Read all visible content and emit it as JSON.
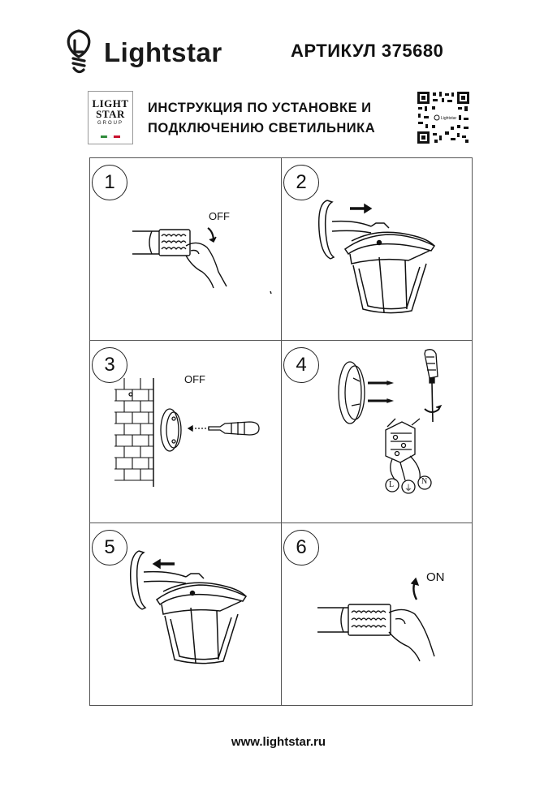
{
  "header": {
    "brand": "Lightstar",
    "article": "АРТИКУЛ 375680",
    "group_logo": {
      "line1": "LIGHT",
      "line2": "STAR",
      "line3": "GROUP"
    },
    "title_line1": "ИНСТРУКЦИЯ ПО УСТАНОВКЕ И",
    "title_line2": "ПОДКЛЮЧЕНИЮ СВЕТИЛЬНИКА",
    "qr_label": "Lightstar"
  },
  "steps": [
    {
      "number": "1",
      "label": "OFF"
    },
    {
      "number": "2"
    },
    {
      "number": "3",
      "label": "OFF"
    },
    {
      "number": "4",
      "terminals": [
        "L",
        "⏚",
        "N"
      ]
    },
    {
      "number": "5"
    },
    {
      "number": "6",
      "label": "ON"
    }
  ],
  "footer": {
    "url": "www.lightstar.ru"
  },
  "colors": {
    "ink": "#111111",
    "border": "#555555",
    "flag_green": "#2e8b3a",
    "flag_red": "#c8102e"
  }
}
